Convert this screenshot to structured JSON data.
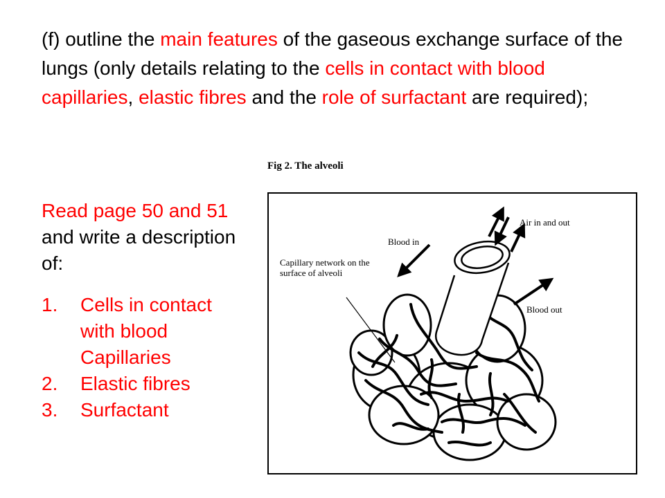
{
  "objective": {
    "prefix": "(f) outline the ",
    "hl1": "main features",
    "mid1": " of the gaseous exchange surface of the lungs (only details relating to the ",
    "hl2": "cells in contact with blood capillaries",
    "mid2": ", ",
    "hl3": "elastic fibres",
    "mid3": " and the ",
    "hl4": "role of surfactant",
    "suffix": " are required);"
  },
  "figure": {
    "caption": "Fig 2. The alveoli",
    "labels": {
      "air": "Air in and out",
      "blood_in": "Blood in",
      "capillary": "Capillary network on the surface of alveoli",
      "blood_out": "Blood out"
    }
  },
  "task": {
    "hl_a": "Read page 50 and 51",
    "rest": " and write a description of:",
    "items": [
      {
        "num": "1.",
        "text": "Cells in contact with blood Capillaries"
      },
      {
        "num": "2.",
        "text": "Elastic fibres"
      },
      {
        "num": "3.",
        "text": "Surfactant"
      }
    ]
  },
  "colors": {
    "highlight": "#ff0000",
    "text": "#000000"
  }
}
